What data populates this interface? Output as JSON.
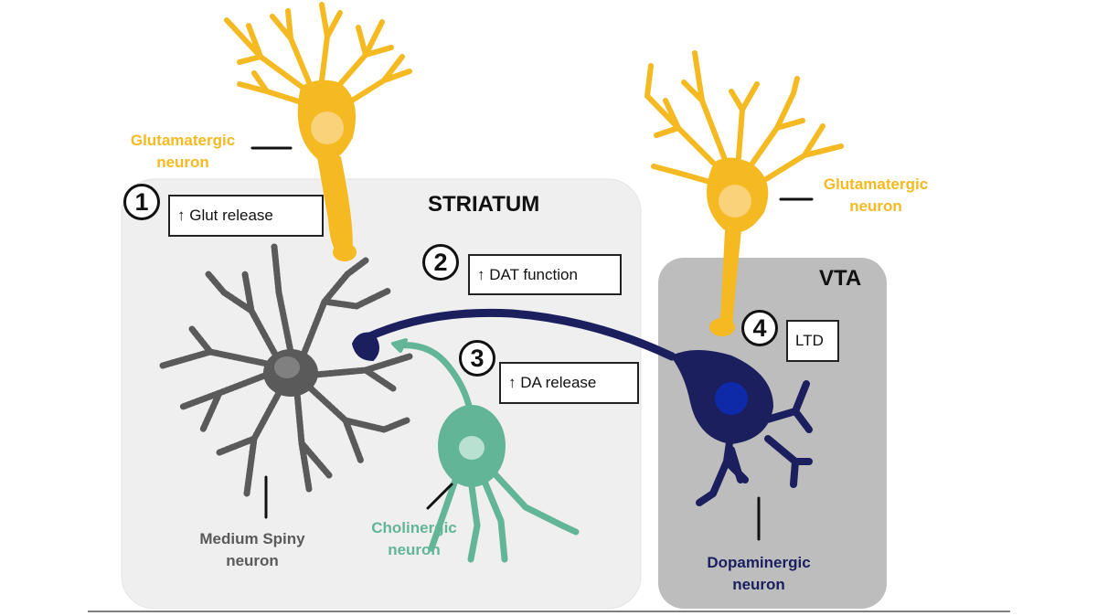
{
  "regions": {
    "striatum": "STRIATUM",
    "vta": "VTA"
  },
  "neurons": {
    "glut_left": [
      "Glutamatergic",
      "neuron"
    ],
    "glut_right": [
      "Glutamatergic",
      "neuron"
    ],
    "msn": [
      "Medium Spiny",
      "neuron"
    ],
    "cholinergic": [
      "Cholinergic",
      "neuron"
    ],
    "dopaminergic": [
      "Dopaminergic",
      "neuron"
    ]
  },
  "effects": [
    {
      "number": "1",
      "label": "↑ Glut release"
    },
    {
      "number": "2",
      "label": "↑ DAT function"
    },
    {
      "number": "3",
      "label": "↑ DA release"
    },
    {
      "number": "4",
      "label": "LTD"
    }
  ],
  "colors": {
    "glutamatergic": "#F5B921",
    "glut_soma": "#F9D27A",
    "msn": "#5A5A5A",
    "cholinergic": "#63B597",
    "dopaminergic": "#1B1F5E",
    "striatum_bg": "#EFEFEF",
    "vta_bg": "#BDBDBD"
  }
}
